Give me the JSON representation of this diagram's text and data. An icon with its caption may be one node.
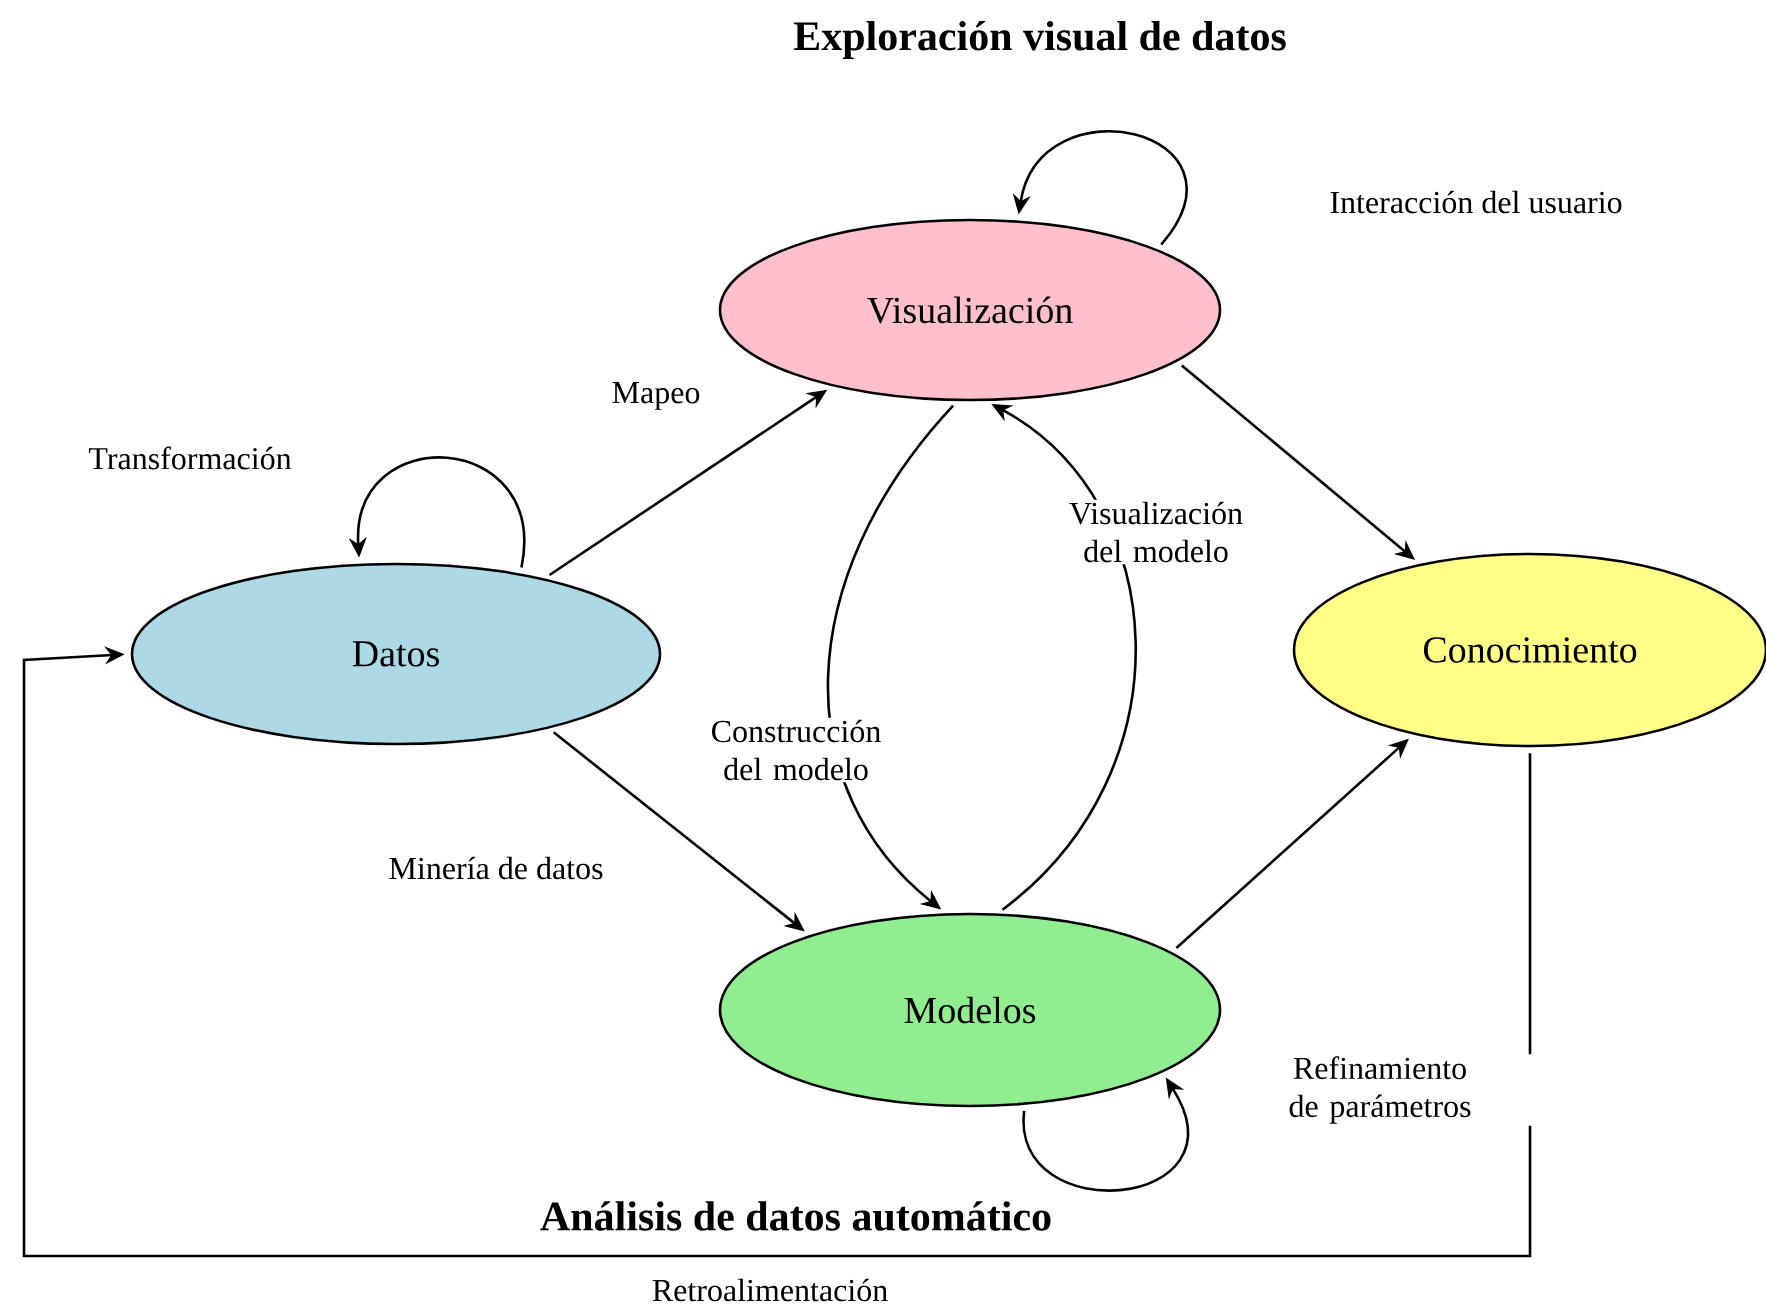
{
  "diagram": {
    "title": "Exploración visual de datos",
    "nodes": [
      {
        "text": [
          "Visualización"
        ]
      },
      {
        "text": [
          "Datos"
        ]
      },
      {
        "text": [
          "Conocimiento"
        ]
      },
      {
        "text": [
          "Modelos"
        ]
      }
    ],
    "edges": [
      {
        "from": 1,
        "to": 1,
        "arrow": "to",
        "label": "Transformación"
      },
      {
        "from": 1,
        "to": 0,
        "arrow": "to",
        "label": "Mapeo"
      },
      {
        "from": 0,
        "to": 0,
        "arrow": "to",
        "label": "Interacción del usuario"
      },
      {
        "from": 0,
        "to": 3,
        "arrow": "to",
        "label": "Construcción del modelo"
      },
      {
        "from": 3,
        "to": 0,
        "arrow": "to",
        "label": "Visualización del modelo"
      },
      {
        "from": 0,
        "to": 2,
        "arrow": "to"
      },
      {
        "from": 1,
        "to": 3,
        "arrow": "to",
        "label": "Minería de datos"
      },
      {
        "from": 3,
        "to": 2,
        "arrow": "to"
      },
      {
        "from": 3,
        "to": 3,
        "arrow": "to",
        "label": "Refinamiento de parámetros"
      },
      {
        "from": 2,
        "to": 1,
        "arrow": "to",
        "label": "Retroalimentación"
      }
    ],
    "labels": [
      "Análisis de datos automático"
    ]
  }
}
